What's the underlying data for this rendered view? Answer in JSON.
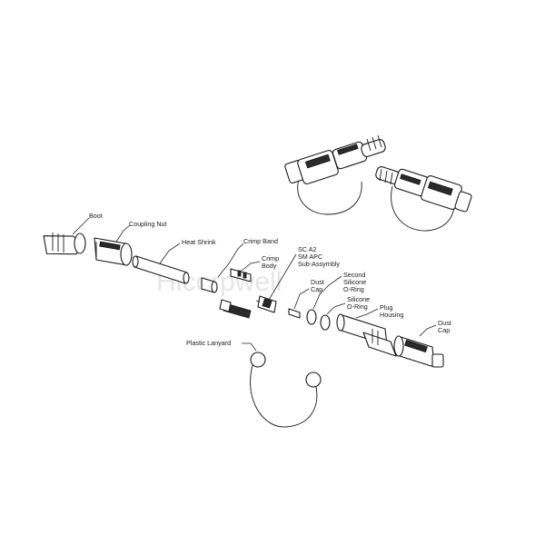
{
  "watermark": "Hicorpwell",
  "labels": {
    "boot": "Boot",
    "coupling_nut": "Coupling Nut",
    "heat_shrink": "Heat Shrink",
    "crimp_band": "Crimp Band",
    "crimp_body": [
      "Crimp",
      "Body"
    ],
    "sub_assembly": [
      "SC A2",
      "SM APC",
      "Sub-Assymbly"
    ],
    "dust_cap_small": [
      "Dust",
      "Cap"
    ],
    "second_oring": [
      "Second",
      "Silicone",
      "O-Ring"
    ],
    "silicone_oring": [
      "Silicone",
      "O-Ring"
    ],
    "plug_housing": [
      "Plug",
      "Housing"
    ],
    "dust_cap": [
      "Dust",
      "Cap"
    ],
    "plastic_lanyard": "Plastic Lanyard"
  }
}
